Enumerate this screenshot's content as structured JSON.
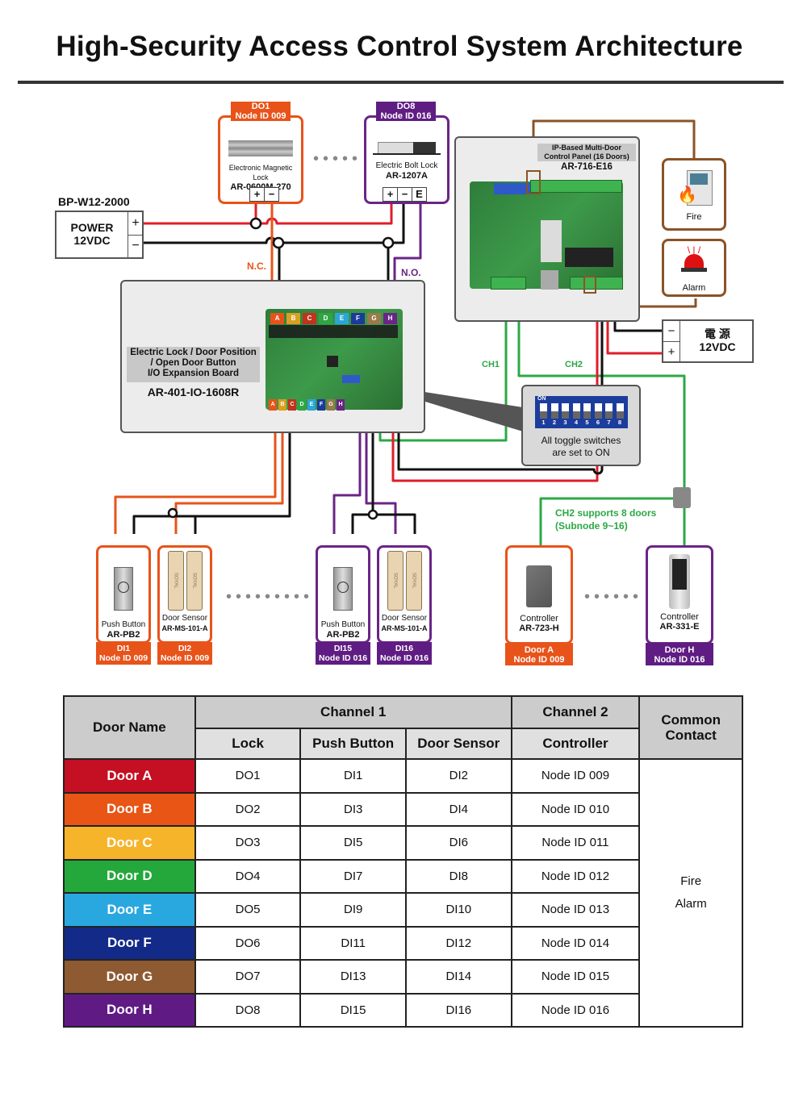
{
  "title": "High-Security Access Control System Architecture",
  "colors": {
    "orange": "#e8531a",
    "purple": "#5f1d83",
    "green_wire": "#2ca845",
    "brown_wire": "#8a5326",
    "red_wire": "#e01d2a",
    "black_wire": "#111111"
  },
  "power_supply": {
    "model": "BP-W12-2000",
    "label_line1": "POWER",
    "label_line2": "12VDC",
    "plus": "+",
    "minus": "−"
  },
  "locks": [
    {
      "tag_line1": "DO1",
      "tag_line2": "Node ID 009",
      "name": "Electronic Magnetic Lock",
      "model": "AR-0600M-270",
      "terminals": [
        "+",
        "−"
      ],
      "color": "orange"
    },
    {
      "tag_line1": "DO8",
      "tag_line2": "Node ID 016",
      "name": "Electric Bolt Lock",
      "model": "AR-1207A",
      "terminals": [
        "+",
        "−",
        "E"
      ],
      "color": "purple"
    }
  ],
  "wire_labels": {
    "nc": "N.C.",
    "no": "N.O.",
    "ch1": "CH1",
    "ch2": "CH2"
  },
  "io_board": {
    "desc_line1": "Electric Lock / Door Position",
    "desc_line2": "/ Open Door Button",
    "desc_line3": "I/O Expansion Board",
    "model": "AR-401-IO-1608R",
    "relay_letters": [
      "A",
      "B",
      "C",
      "D",
      "E",
      "F",
      "G",
      "H"
    ]
  },
  "control_panel": {
    "desc_line1": "IP-Based Multi-Door",
    "desc_line2": "Control Panel (16 Doors)",
    "model": "AR-716-E16"
  },
  "common_contacts": [
    {
      "label": "Fire",
      "icon": "fire-alarm-panel-icon"
    },
    {
      "label": "Alarm",
      "icon": "alarm-siren-icon"
    }
  ],
  "panel_power": {
    "label_line1": "電 源",
    "label_line2": "12VDC",
    "minus": "−",
    "plus": "+"
  },
  "dip_switch": {
    "on_label": "ON",
    "switches": [
      "1",
      "2",
      "3",
      "4",
      "5",
      "6",
      "7",
      "8"
    ],
    "note_line1": "All toggle switches",
    "note_line2": "are set to ON"
  },
  "ch2_note": {
    "line1": "CH2 supports 8 doors",
    "line2": "(Subnode 9~16)"
  },
  "inputs": [
    {
      "name": "Push Button",
      "model": "AR-PB2",
      "tag_line1": "DI1",
      "tag_line2": "Node ID 009",
      "color": "orange"
    },
    {
      "name": "Door Sensor",
      "model": "AR-MS-101-A",
      "tag_line1": "DI2",
      "tag_line2": "Node ID 009",
      "color": "orange"
    },
    {
      "name": "Push Button",
      "model": "AR-PB2",
      "tag_line1": "DI15",
      "tag_line2": "Node ID 016",
      "color": "purple"
    },
    {
      "name": "Door Sensor",
      "model": "AR-MS-101-A",
      "tag_line1": "DI16",
      "tag_line2": "Node ID 016",
      "color": "purple"
    }
  ],
  "sensor_brand": "SOYAL",
  "controllers": [
    {
      "name": "Controller",
      "model": "AR-723-H",
      "tag_line1": "Door A",
      "tag_line2": "Node ID 009",
      "color": "orange"
    },
    {
      "name": "Controller",
      "model": "AR-331-E",
      "tag_line1": "Door H",
      "tag_line2": "Node ID 016",
      "color": "purple"
    }
  ],
  "table": {
    "header": {
      "door_name": "Door Name",
      "channel1": "Channel 1",
      "channel2": "Channel 2",
      "common": "Common Contact",
      "lock": "Lock",
      "push_button": "Push Button",
      "door_sensor": "Door Sensor",
      "controller": "Controller"
    },
    "rows": [
      {
        "door": "Door A",
        "color": "#c50f22",
        "lock": "DO1",
        "push": "DI1",
        "sensor": "DI2",
        "controller": "Node ID 009"
      },
      {
        "door": "Door B",
        "color": "#e85514",
        "lock": "DO2",
        "push": "DI3",
        "sensor": "DI4",
        "controller": "Node ID 010"
      },
      {
        "door": "Door C",
        "color": "#f6b42a",
        "lock": "DO3",
        "push": "DI5",
        "sensor": "DI6",
        "controller": "Node ID 011"
      },
      {
        "door": "Door D",
        "color": "#24a83c",
        "lock": "DO4",
        "push": "DI7",
        "sensor": "DI8",
        "controller": "Node ID 012"
      },
      {
        "door": "Door E",
        "color": "#29a8e0",
        "lock": "DO5",
        "push": "DI9",
        "sensor": "DI10",
        "controller": "Node ID 013"
      },
      {
        "door": "Door F",
        "color": "#132a88",
        "lock": "DO6",
        "push": "DI11",
        "sensor": "DI12",
        "controller": "Node ID 014"
      },
      {
        "door": "Door G",
        "color": "#8d5a32",
        "lock": "DO7",
        "push": "DI13",
        "sensor": "DI14",
        "controller": "Node ID 015"
      },
      {
        "door": "Door H",
        "color": "#601a84",
        "lock": "DO8",
        "push": "DI15",
        "sensor": "DI16",
        "controller": "Node ID 016"
      }
    ],
    "common_value_line1": "Fire",
    "common_value_line2": "Alarm"
  }
}
